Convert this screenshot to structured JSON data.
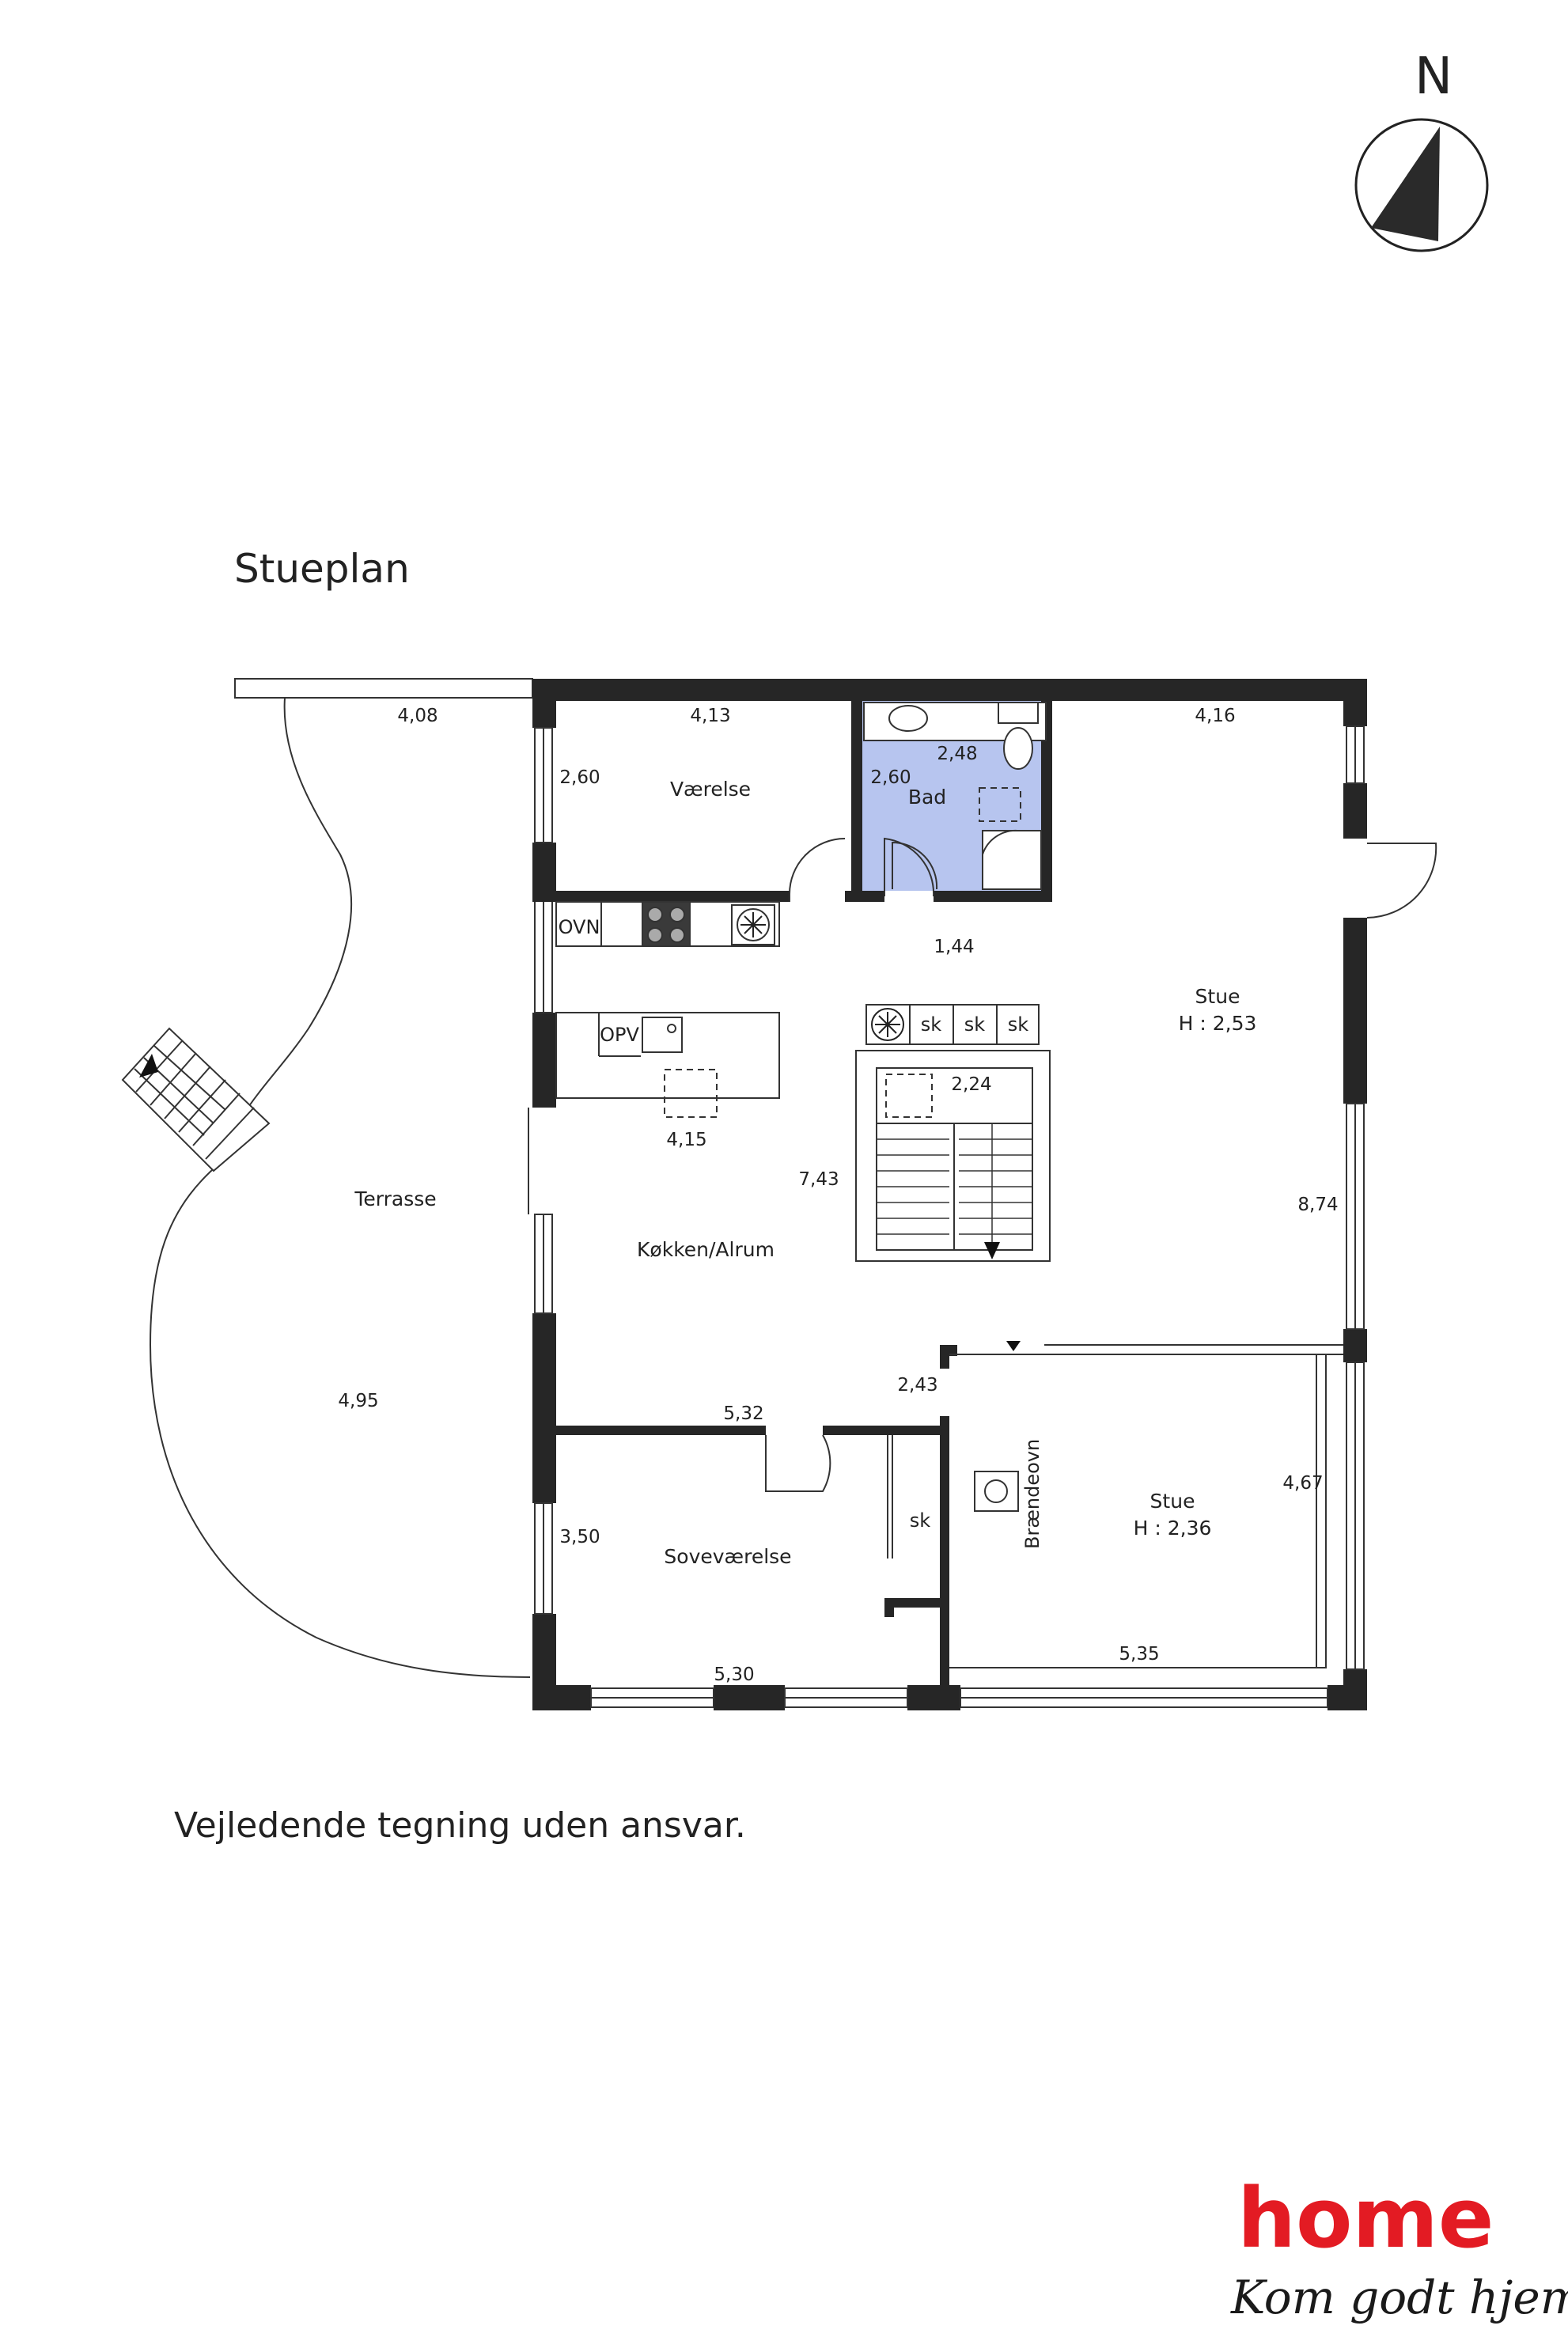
{
  "title": "Stueplan",
  "disclaimer": "Vejledende tegning uden ansvar.",
  "compass": {
    "label": "N"
  },
  "logo": {
    "word": "home",
    "tagline": "Kom godt hjem"
  },
  "colors": {
    "wall": "#262626",
    "bathroom": "#b7c5ef",
    "logo_red": "#e31b23"
  },
  "rooms": {
    "vaerelse": "Værelse",
    "bad": "Bad",
    "stue1": "Stue",
    "stue1_height": "H : 2,53",
    "kokken": "Køkken/Alrum",
    "terrasse": "Terrasse",
    "sovevaerelse": "Soveværelse",
    "stue2": "Stue",
    "stue2_height": "H : 2,36"
  },
  "fixtures": {
    "ovn": "OVN",
    "opv": "OPV",
    "sk": "sk",
    "braendeovn": "Brændeovn"
  },
  "dimensions": {
    "terrace_top": "4,08",
    "vaerelse_width": "4,13",
    "vaerelse_depth": "2,60",
    "bad_width": "2,48",
    "bad_depth": "2,60",
    "stue1_width": "4,16",
    "hall": "1,44",
    "stair": "2,24",
    "island": "4,15",
    "kokken_depth": "7,43",
    "stue1_depth": "8,74",
    "terrace_side": "4,95",
    "passage": "2,43",
    "sove_width_top": "5,32",
    "sove_depth": "3,50",
    "sove_width_bottom": "5,30",
    "stue2_depth": "4,67",
    "stue2_width": "5,35"
  }
}
